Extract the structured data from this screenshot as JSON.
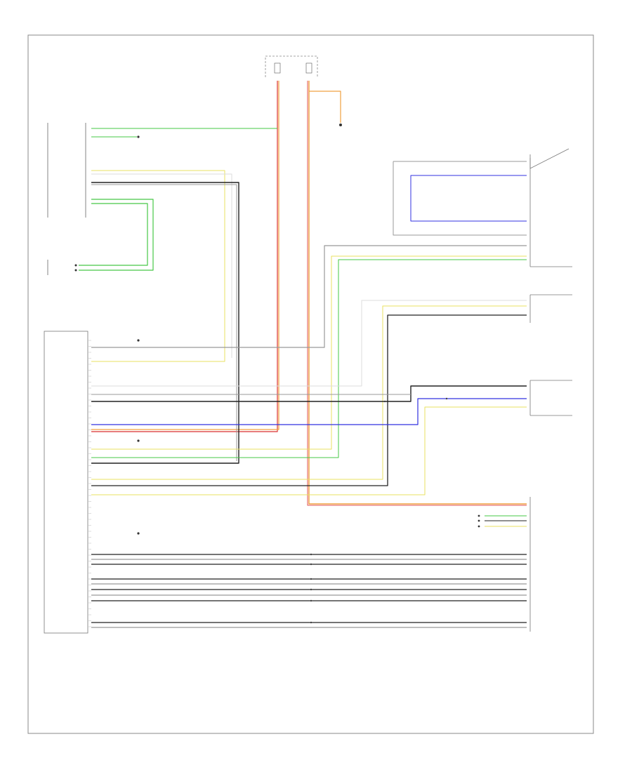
{
  "page": {
    "code": ""
  },
  "components": [
    {
      "id": "fuse-box",
      "name": ""
    },
    {
      "id": "fuse-1",
      "name": ""
    },
    {
      "id": "fuse-2",
      "name": ""
    },
    {
      "id": "top-ground",
      "name": ""
    },
    {
      "id": "gateway-module",
      "name": ""
    },
    {
      "id": "antenna-connector",
      "name": ""
    },
    {
      "id": "head-unit",
      "name": ""
    },
    {
      "id": "module-right-1",
      "name": ""
    },
    {
      "id": "module-right-2",
      "name": ""
    },
    {
      "id": "module-right-3",
      "name": ""
    },
    {
      "id": "module-right-4",
      "name": ""
    },
    {
      "id": "bottom-right-module",
      "name": ""
    }
  ],
  "wire_colors": {
    "green": "#46c846",
    "red": "#e05050",
    "orange": "#f0a040",
    "yellow": "#e8e060",
    "gray": "#999999",
    "black": "#222222",
    "blue": "#3030e0",
    "white": "#e8e8e8"
  },
  "pin_labels": []
}
